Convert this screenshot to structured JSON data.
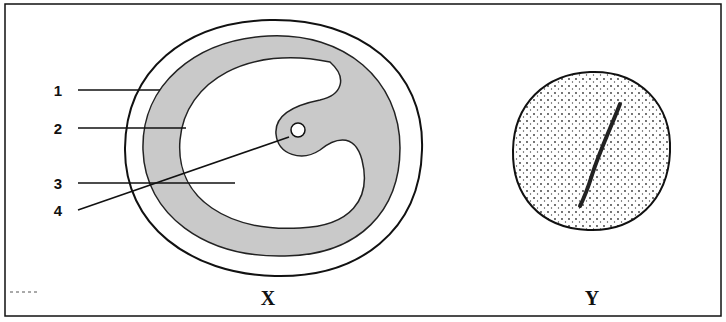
{
  "diagram": {
    "labels": [
      "1",
      "2",
      "3",
      "4",
      "X",
      "Y"
    ]
  }
}
